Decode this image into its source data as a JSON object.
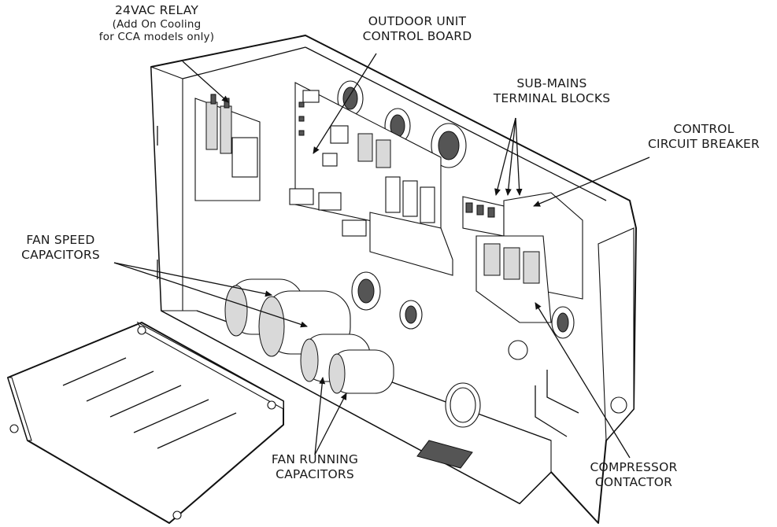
{
  "labels": {
    "relay": {
      "line1": "24VAC RELAY",
      "line2": "(Add On Cooling",
      "line3": "for CCA models only)"
    },
    "control_board": {
      "line1": "OUTDOOR UNIT",
      "line2": "CONTROL BOARD"
    },
    "sub_mains": {
      "line1": "SUB-MAINS",
      "line2": "TERMINAL BLOCKS"
    },
    "breaker": {
      "line1": "CONTROL",
      "line2": "CIRCUIT BREAKER"
    },
    "fan_speed": {
      "line1": "FAN SPEED",
      "line2": "CAPACITORS"
    },
    "fan_running": {
      "line1": "FAN RUNNING",
      "line2": "CAPACITORS"
    },
    "compressor": {
      "line1": "COMPRESSOR",
      "line2": "CONTACTOR"
    }
  }
}
